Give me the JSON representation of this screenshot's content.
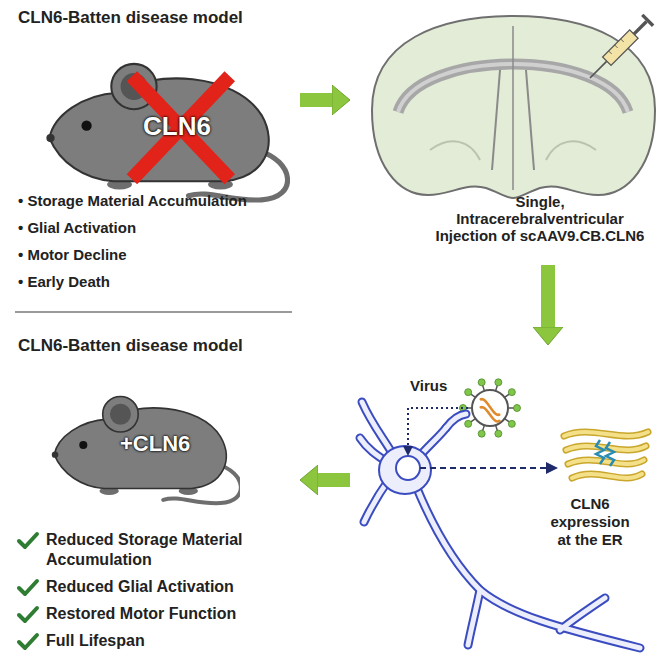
{
  "diagram": {
    "nodes": [
      {
        "text": [
          "CLN6-Batten disease model",
          "• Storage Material Accumulation",
          "• Glial Activation",
          "• Motor Decline",
          "• Early Death"
        ]
      },
      {
        "text": [
          "CLN6"
        ],
        "in": 0
      },
      {
        "text": [
          "Single, Intracerebralventricular Injection of scAAV9.CB.CLN6"
        ]
      },
      {
        "text": [
          "Virus",
          "CLN6 expression at the ER"
        ]
      },
      {
        "text": [
          "CLN6-Batten disease model",
          "Reduced Storage Material Accumulation",
          "Reduced Glial Activation",
          "Restored Motor Function",
          "Full Lifespan"
        ]
      },
      {
        "text": [
          "+CLN6"
        ],
        "in": 4
      }
    ],
    "edges": [
      {
        "from": 0,
        "to": 2,
        "arrow": "to"
      },
      {
        "from": 2,
        "to": 3,
        "arrow": "to"
      },
      {
        "from": 3,
        "to": 4,
        "arrow": "to"
      }
    ]
  }
}
